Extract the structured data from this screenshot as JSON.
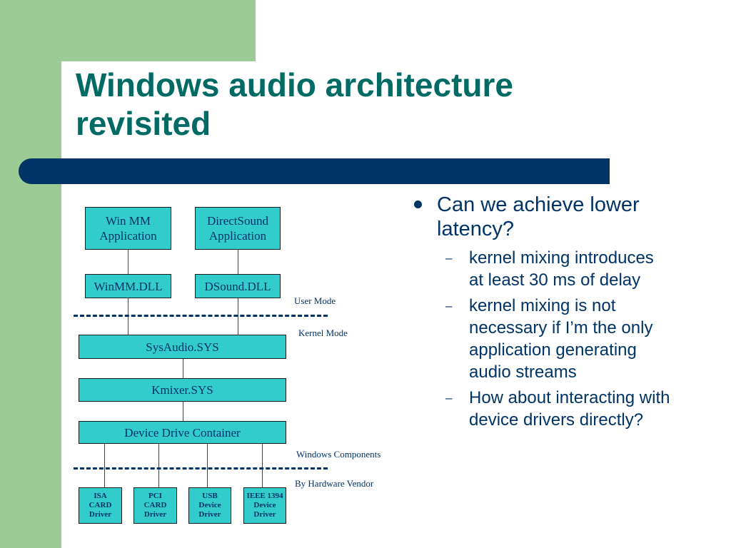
{
  "slide": {
    "title": "Windows audio architecture revisited"
  },
  "diagram": {
    "apps": [
      "Win MM\nApplication",
      "DirectSound\nApplication"
    ],
    "dlls": [
      "WinMM.DLL",
      "DSound.DLL"
    ],
    "layers": [
      "SysAudio.SYS",
      "Kmixer.SYS",
      "Device Drive Container"
    ],
    "drivers": [
      "ISA\nCARD\nDriver",
      "PCI\nCARD\nDriver",
      "USB\nDevice\nDriver",
      "IEEE 1394\nDevice\nDriver"
    ],
    "labels": {
      "user_mode": "User Mode",
      "kernel_mode": "Kernel Mode",
      "windows_components": "Windows Components",
      "by_hardware_vendor": "By Hardware Vendor"
    }
  },
  "bullets": {
    "main": "Can we achieve lower latency?",
    "sub": [
      "kernel mixing introduces at least 30 ms of delay",
      "kernel mixing is not necessary if I’m the only application generating audio streams",
      "How about interacting with device drivers directly?"
    ]
  },
  "colors": {
    "sidebar_green": "#9bcc96",
    "title_teal": "#006a64",
    "bar_navy": "#003366",
    "box_cyan": "#33cccc",
    "text_navy": "#003366"
  }
}
